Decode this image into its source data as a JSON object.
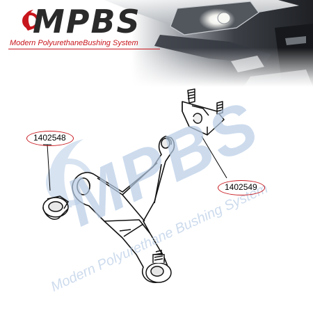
{
  "brand": {
    "logo": "MPBS",
    "tagline": "Modern PolyurethaneBushing System",
    "colors": {
      "red": "#c8161d",
      "dark": "#2a2a2a",
      "watermark": "#b8cde6"
    }
  },
  "watermark": {
    "logo": "MPBS",
    "tagline": "Modern Polyurethane Bushing System"
  },
  "parts": [
    {
      "part_number": "1402548"
    },
    {
      "part_number": "1402549"
    }
  ]
}
